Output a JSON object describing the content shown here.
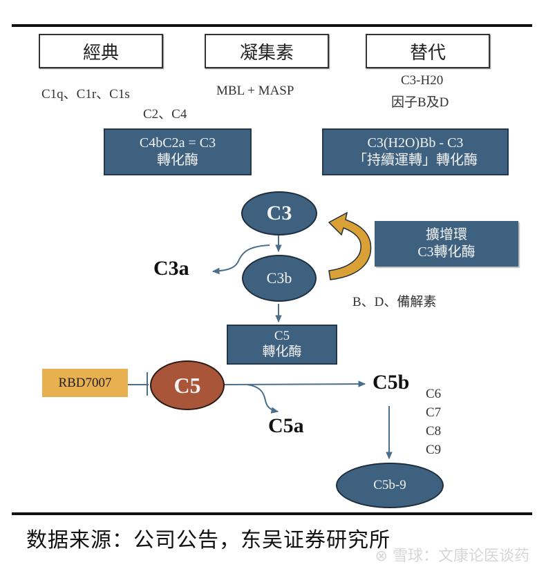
{
  "pathways": [
    {
      "title": "經典",
      "components_line1": "C1q、C1r、C1s",
      "components_line2": "C2、C4"
    },
    {
      "title": "凝集素",
      "components_line1": "MBL + MASP"
    },
    {
      "title": "替代",
      "components_line1": "C3-H20",
      "components_line2": "因子B及D"
    }
  ],
  "convertases": {
    "classical": {
      "line1": "C4bC2a = C3",
      "line2": "轉化酶"
    },
    "alternative": {
      "line1": "C3(H2O)Bb - C3",
      "line2": "「持續運轉」轉化酶"
    }
  },
  "nodes": {
    "c3": "C3",
    "c3a": "C3a",
    "c3b": "C3b",
    "c5": "C5",
    "c5a": "C5a",
    "c5b": "C5b",
    "mac": "C5b-9"
  },
  "amplification": {
    "line1": "擴增環",
    "line2": "C3轉化酶",
    "factors": "B、D、備解素"
  },
  "c5_convertase": {
    "line1": "C5",
    "line2": "轉化酶"
  },
  "inhibitor": {
    "label": "RBD7007",
    "color": "#e8b04e"
  },
  "terminal_components": [
    "C6",
    "C7",
    "C8",
    "C9"
  ],
  "colors": {
    "node_blue": "#3e6180",
    "c5_red": "#a9553a",
    "amplification_arrow": "#d9a035",
    "arrow_line": "#4a6f8c"
  },
  "footer": {
    "source": "数据来源：公司公告，东吴证券研究所",
    "watermark": "雪球：文康论医谈药"
  }
}
